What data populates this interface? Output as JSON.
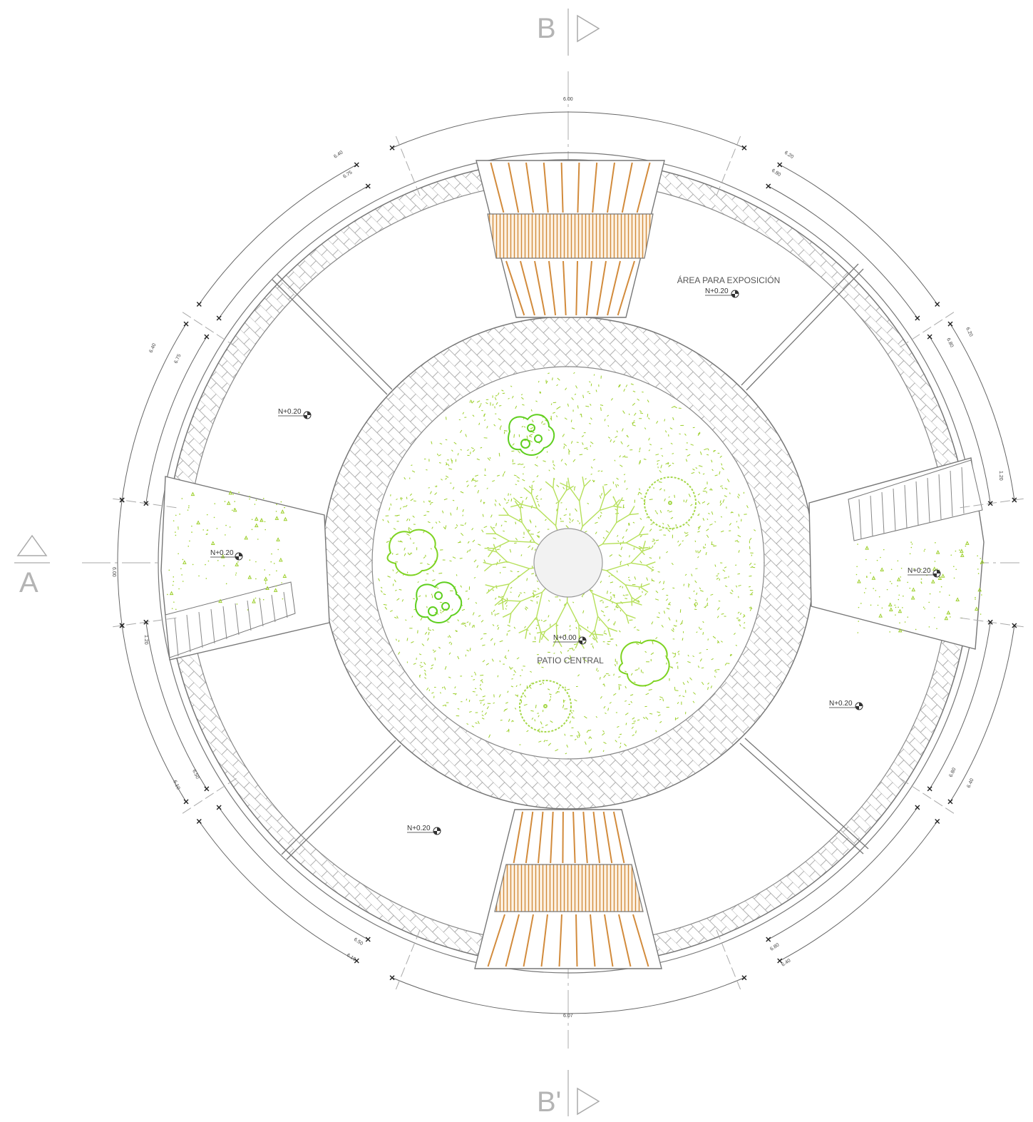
{
  "section_marks": {
    "b_top": "B",
    "b_bottom": "B'",
    "a_left": "A"
  },
  "room_labels": {
    "exhibition_area": "ÁREA PARA EXPOSICIÓN",
    "central_patio": "PATIO CENTRAL"
  },
  "level_marks": [
    {
      "id": "exhibition",
      "text": "N+0.20"
    },
    {
      "id": "nw-room",
      "text": "N+0.20"
    },
    {
      "id": "west-wing",
      "text": "N+0.20"
    },
    {
      "id": "east-wing",
      "text": "N+0.20"
    },
    {
      "id": "se-room",
      "text": "N+0.20"
    },
    {
      "id": "sw-room",
      "text": "N+0.20"
    },
    {
      "id": "patio",
      "text": "N+0.00"
    }
  ],
  "dimensions": {
    "top": "6.00",
    "bottom": "6.07",
    "nw_outer": "6.40",
    "nw_inner": "6.75",
    "w_outer": "6.40",
    "w_inner": "6.75",
    "ne_outer": "6.20",
    "ne_inner": "6.80",
    "e_outer": "6.20",
    "e_inner": "6.80",
    "se_outer": "6.40",
    "se_inner": "6.80",
    "s_right_outer": "6.40",
    "s_right_inner": "6.80",
    "sw_outer": "6.10",
    "sw_inner": "6.50",
    "s_left_outer": "6.10",
    "s_left_inner": "6.50",
    "left_width": "6.00",
    "left_step": "1.20",
    "right_step": "1.20"
  },
  "colors": {
    "line": "#8c8c8c",
    "dim": "#555555",
    "grass": "#9ccf2a",
    "tree": "#7ed321",
    "wood": "#d28b3c"
  }
}
